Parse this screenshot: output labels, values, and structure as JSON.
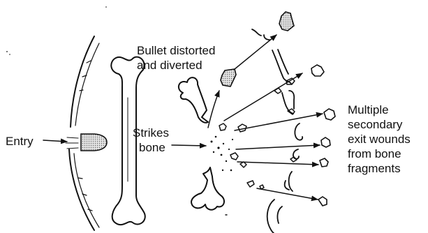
{
  "labels": {
    "entry": "Entry",
    "strikes": [
      "Strikes",
      "bone"
    ],
    "bullet": [
      "Bullet distorted",
      "and diverted"
    ],
    "exit": [
      "Multiple",
      "secondary",
      "exit wounds",
      "from bone",
      "fragments"
    ]
  },
  "colors": {
    "ink": "#111111",
    "background": "#ffffff",
    "bullet_fill": "#d9d9d9"
  }
}
